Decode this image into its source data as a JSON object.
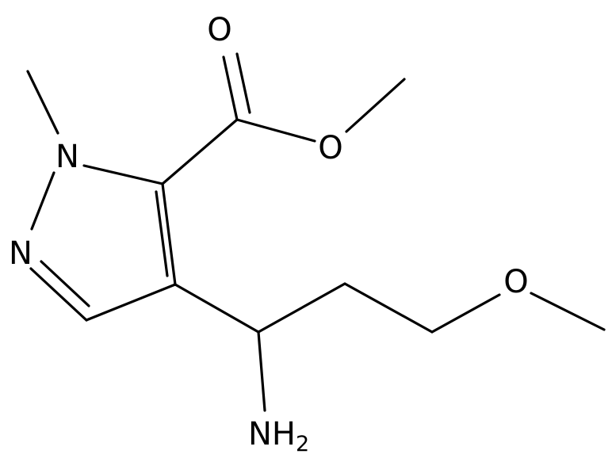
{
  "molecule": {
    "atoms": {
      "carbonyl_oxygen": "O",
      "ester_oxygen": "O",
      "ether_oxygen": "O",
      "ring_n1": "N",
      "ring_n2": "N",
      "amine": {
        "element": "NH",
        "subscript": "2"
      }
    },
    "colors": {
      "bonds": "#000000",
      "labels": "#000000",
      "background": "#ffffff"
    }
  }
}
